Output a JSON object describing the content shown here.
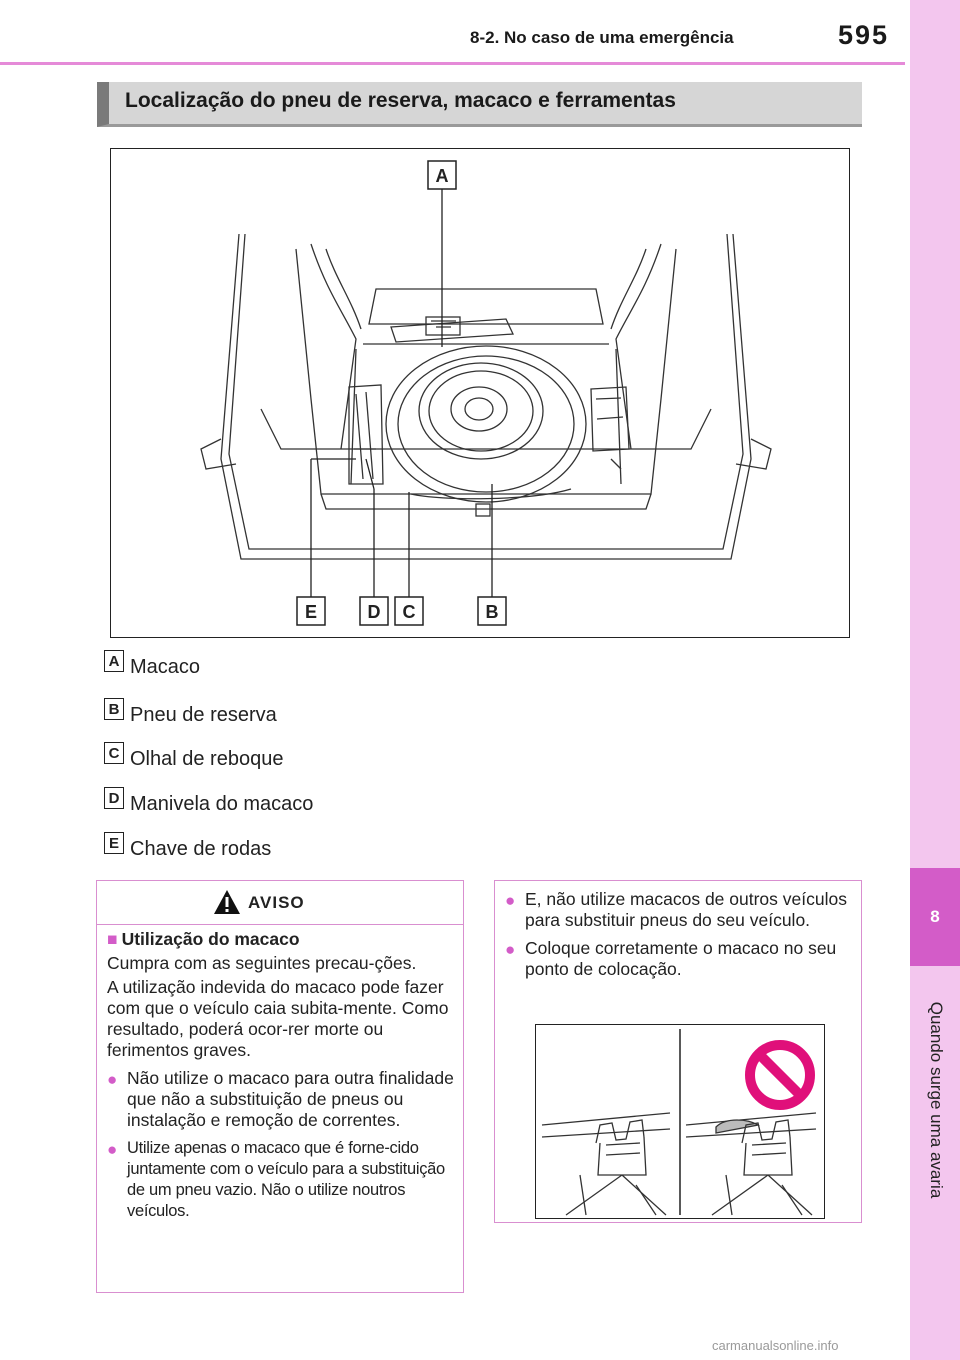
{
  "header": {
    "section": "8-2. No caso de uma emergência",
    "page_number": "595"
  },
  "side_tab": {
    "chapter_number": "8",
    "chapter_title": "Quando surge uma avaria"
  },
  "heading": "Localização do pneu de reserva, macaco e ferramentas",
  "figure_labels": {
    "a": "A",
    "b": "B",
    "c": "C",
    "d": "D",
    "e": "E"
  },
  "legend": [
    {
      "letter": "A",
      "text": "Macaco"
    },
    {
      "letter": "B",
      "text": "Pneu de reserva"
    },
    {
      "letter": "C",
      "text": "Olhal de reboque"
    },
    {
      "letter": "D",
      "text": "Manivela do macaco"
    },
    {
      "letter": "E",
      "text": "Chave de rodas"
    }
  ],
  "warning": {
    "title": "AVISO",
    "sub_heading": "Utilização do macaco",
    "para1": "Cumpra com as seguintes precau-ções.",
    "para2": "A utilização indevida do macaco pode fazer com que o veículo caia subita-mente. Como resultado, poderá ocor-rer morte ou ferimentos graves.",
    "bullet1": "Não utilize o macaco para outra finalidade que não a substituição de pneus ou instalação e remoção de correntes.",
    "bullet2": "Utilize apenas o macaco que é forne-cido juntamente com o veículo para a substituição de um pneu vazio. Não o utilize noutros veículos."
  },
  "continued": {
    "bullet1": "E, não utilize macacos de outros veículos para substituir pneus do seu veículo.",
    "bullet2": "Coloque corretamente o macaco no seu ponto de colocação."
  },
  "colors": {
    "accent": "#d35cc8",
    "tab_light": "#f3c6ee",
    "rule": "#e58ad8",
    "prohibition": "#e0107a"
  },
  "watermark": "carmanualsonline.info"
}
